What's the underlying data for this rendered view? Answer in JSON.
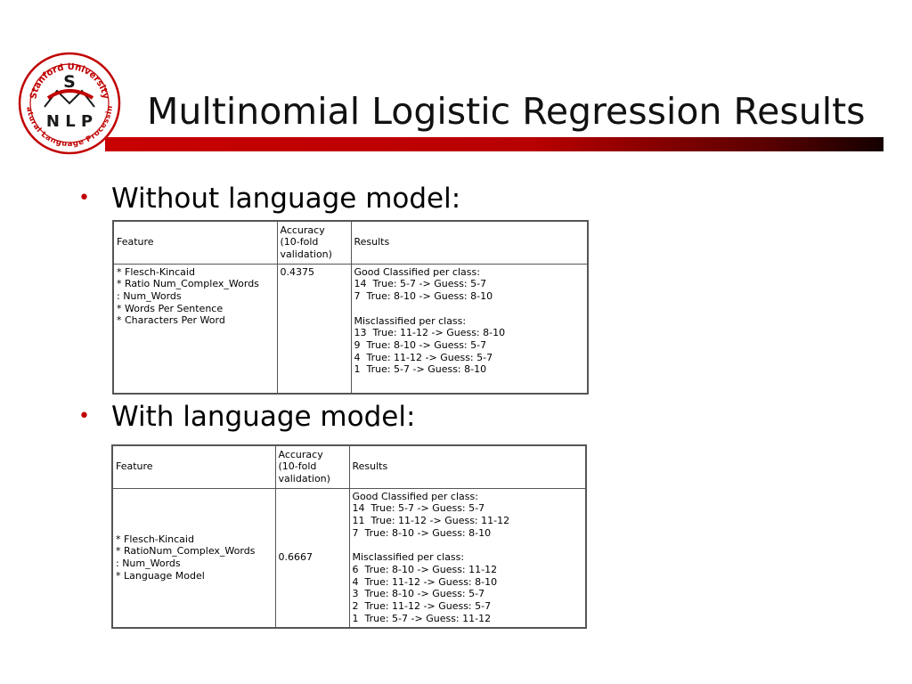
{
  "logo": {
    "arc_top": "Stanford University",
    "letter_top": "S",
    "letters_bottom": "N L P",
    "arc_bottom": "Natural Language Processing",
    "colors": {
      "ring": "#c00000",
      "text": "#1a1a1a"
    }
  },
  "title": "Multinomial Logistic Regression Results",
  "accent_color": "#c00000",
  "bullets": [
    {
      "text": "Without language model:"
    },
    {
      "text": "With language model:"
    }
  ],
  "tables": [
    {
      "headers": {
        "feature": "Feature",
        "accuracy": "Accuracy\n(10-fold\nvalidation)",
        "results": "Results"
      },
      "features": "* Flesch-Kincaid\n* Ratio Num_Complex_Words\n: Num_Words\n* Words Per Sentence\n* Characters Per Word",
      "accuracy": "0.4375",
      "good_label": "Good Classified per class:",
      "good": "14  True: 5-7 -> Guess: 5-7\n7  True: 8-10 -> Guess: 8-10",
      "mis_label": "Misclassified per class:",
      "mis": "13  True: 11-12 -> Guess: 8-10\n9  True: 8-10 -> Guess: 5-7\n4  True: 11-12 -> Guess: 5-7\n1  True: 5-7 -> Guess: 8-10"
    },
    {
      "headers": {
        "feature": "Feature",
        "accuracy": "Accuracy\n(10-fold\nvalidation)",
        "results": "Results"
      },
      "features": "* Flesch-Kincaid\n* RatioNum_Complex_Words\n: Num_Words\n* Language Model",
      "accuracy": "0.6667",
      "good_label": "Good Classified per class:",
      "good": "14  True: 5-7 -> Guess: 5-7\n11  True: 11-12 -> Guess: 11-12\n7  True: 8-10 -> Guess: 8-10",
      "mis_label": "Misclassified per class:",
      "mis": "6  True: 8-10 -> Guess: 11-12\n4  True: 11-12 -> Guess: 8-10\n3  True: 8-10 -> Guess: 5-7\n2  True: 11-12 -> Guess: 5-7\n1  True: 5-7 -> Guess: 11-12"
    }
  ]
}
